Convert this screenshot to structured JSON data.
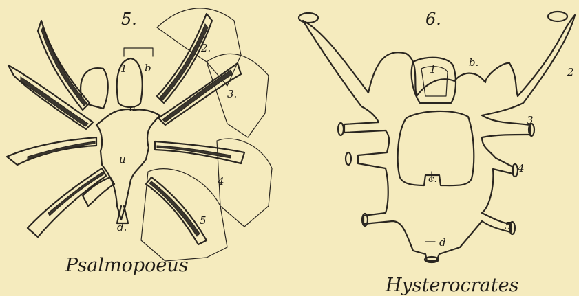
{
  "figures": [
    {
      "number": "5.",
      "caption": "Psalmopoeus",
      "labels": {
        "l1": "1",
        "b": "b",
        "l2": "2.",
        "l3": "3.",
        "l4": "4",
        "l5": "5",
        "a": "a",
        "u": "u",
        "d": "d."
      }
    },
    {
      "number": "6.",
      "caption": "Hysterocrates",
      "labels": {
        "l1": "1",
        "b": "b.",
        "l2": "2",
        "l3": "3",
        "l4": "4",
        "l5": "5",
        "c": "c.",
        "d": "d"
      }
    }
  ]
}
